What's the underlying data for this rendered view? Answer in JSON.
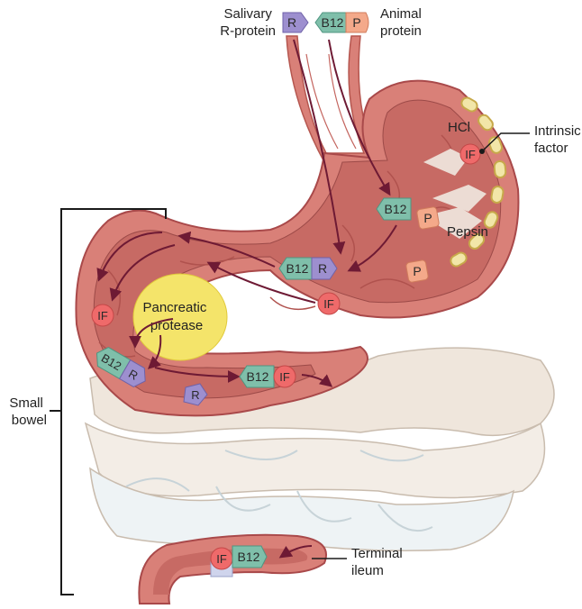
{
  "labels": {
    "salivary_line1": "Salivary",
    "salivary_line2": "R-protein",
    "animal_line1": "Animal",
    "animal_line2": "protein",
    "hcl": "HCl",
    "intrinsic_line1": "Intrinsic",
    "intrinsic_line2": "factor",
    "pepsin": "Pepsin",
    "pancreatic_line1": "Pancreatic",
    "pancreatic_line2": "protease",
    "small_bowel_line1": "Small",
    "small_bowel_line2": "bowel",
    "terminal_line1": "Terminal",
    "terminal_line2": "ileum"
  },
  "tags": {
    "r": "R",
    "b12": "B12",
    "p": "P",
    "if": "IF"
  },
  "colors": {
    "b12": "#7fbfaa",
    "r_protein": "#9d8fcf",
    "animal_protein": "#f4a98a",
    "intrinsic_factor": "#ef6a6a",
    "stomach": "#d98078",
    "mucosa": "#c76a64",
    "parietal_cells": "#f2e6a8",
    "pancreas": "#f4e46a",
    "arrow": "#6e1a34",
    "bowel_background": "#efe6dc"
  }
}
